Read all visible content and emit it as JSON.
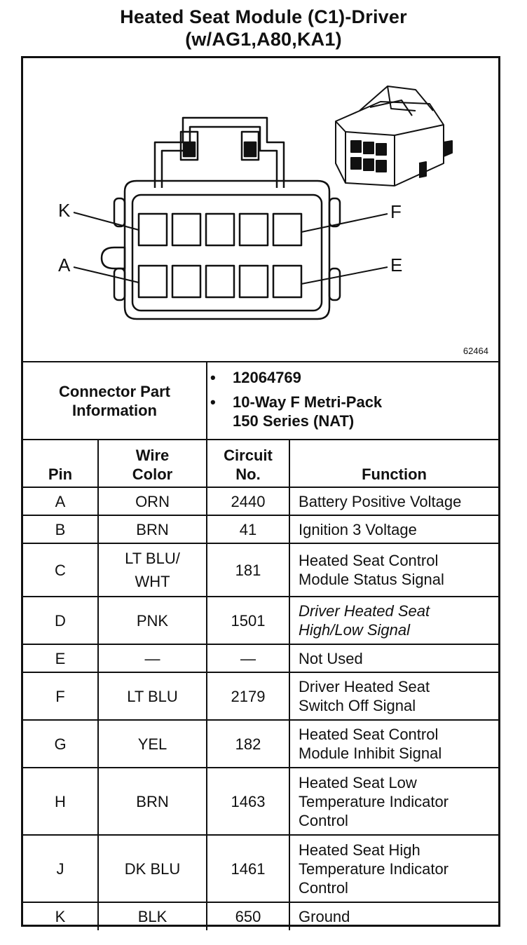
{
  "title": {
    "line1": "Heated Seat Module (C1)-Driver",
    "line2": "(w/AG1,A80,KA1)"
  },
  "diagram": {
    "figure_number": "62464",
    "callouts": {
      "k": "K",
      "f": "F",
      "a": "A",
      "e": "E"
    }
  },
  "connector": {
    "label_line1": "Connector Part",
    "label_line2": "Information",
    "part_number": "12064769",
    "description_line1": "10-Way F Metri-Pack",
    "description_line2": "150 Series (NAT)"
  },
  "columns": {
    "pin": "Pin",
    "wire_line1": "Wire",
    "wire_line2": "Color",
    "circuit_line1": "Circuit",
    "circuit_line2": "No.",
    "function": "Function"
  },
  "rows": [
    {
      "pin": "A",
      "color": [
        "ORN"
      ],
      "circuit": "2440",
      "function": [
        "Battery Positive Voltage"
      ]
    },
    {
      "pin": "B",
      "color": [
        "BRN"
      ],
      "circuit": "41",
      "function": [
        "Ignition 3 Voltage"
      ]
    },
    {
      "pin": "C",
      "color": [
        "LT BLU/",
        "WHT"
      ],
      "circuit": "181",
      "function": [
        "Heated Seat Control",
        "Module Status Signal"
      ]
    },
    {
      "pin": "D",
      "color": [
        "PNK"
      ],
      "circuit": "1501",
      "function": [
        "Driver Heated Seat",
        "High/Low Signal"
      ]
    },
    {
      "pin": "E",
      "color": [
        "—"
      ],
      "circuit": "—",
      "function": [
        "Not Used"
      ]
    },
    {
      "pin": "F",
      "color": [
        "LT BLU"
      ],
      "circuit": "2179",
      "function": [
        "Driver Heated Seat",
        "Switch Off Signal"
      ]
    },
    {
      "pin": "G",
      "color": [
        "YEL"
      ],
      "circuit": "182",
      "function": [
        "Heated Seat Control",
        "Module Inhibit Signal"
      ]
    },
    {
      "pin": "H",
      "color": [
        "BRN"
      ],
      "circuit": "1463",
      "function": [
        "Heated Seat Low",
        "Temperature Indicator",
        "Control"
      ]
    },
    {
      "pin": "J",
      "color": [
        "DK BLU"
      ],
      "circuit": "1461",
      "function": [
        "Heated Seat High",
        "Temperature Indicator",
        "Control"
      ]
    },
    {
      "pin": "K",
      "color": [
        "BLK"
      ],
      "circuit": "650",
      "function": [
        "Ground"
      ]
    }
  ]
}
